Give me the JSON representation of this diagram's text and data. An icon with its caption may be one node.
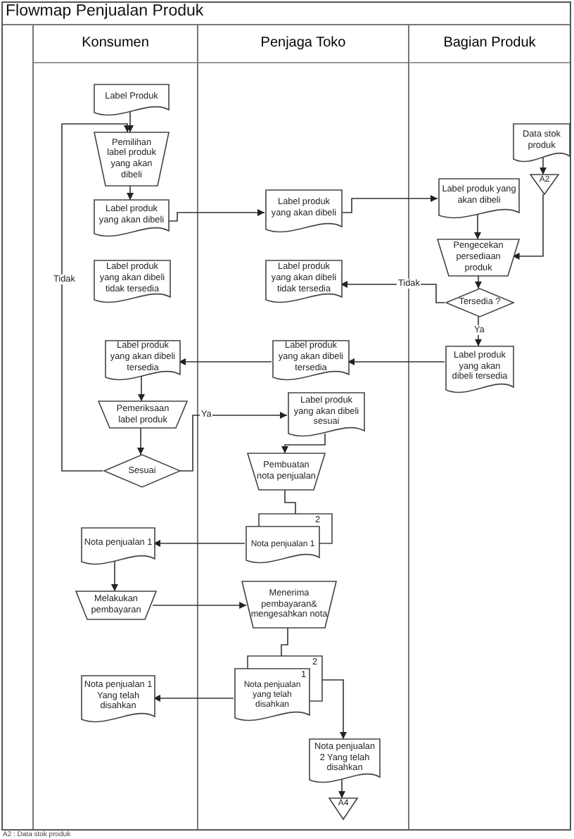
{
  "diagram": {
    "title": "Flowmap Penjualan Produk",
    "nodes": [
      {
        "text": [
          "Konsumen"
        ]
      },
      {
        "text": [
          "Penjaga Toko"
        ]
      },
      {
        "text": [
          "Bagian Produk"
        ]
      },
      {
        "text": [
          "Label Produk"
        ],
        "in": 0
      },
      {
        "text": [
          "Pemilihan label produk yang akan dibeli"
        ],
        "in": 0
      },
      {
        "text": [
          "Label produk yang akan dibeli"
        ],
        "in": 0
      },
      {
        "text": [
          "Label produk yang akan dibeli"
        ],
        "in": 1
      },
      {
        "text": [
          "Data stok produk"
        ],
        "in": 2
      },
      {
        "text": [
          "A2"
        ],
        "in": 2
      },
      {
        "text": [
          "Label produk yang akan dibeli"
        ],
        "in": 2
      },
      {
        "text": [
          "Pengecekan persediaan produk"
        ],
        "in": 2
      },
      {
        "text": [
          "Tersedia ?"
        ],
        "in": 2
      },
      {
        "text": [
          "Label produk yang akan dibeli tidak tersedia"
        ],
        "in": 1
      },
      {
        "text": [
          "Label produk yang akan dibeli tidak tersedia"
        ],
        "in": 0
      },
      {
        "text": [
          "Label produk yang akan dibeli tersedia"
        ],
        "in": 2
      },
      {
        "text": [
          "Label produk yang akan dibeli tersedia"
        ],
        "in": 1
      },
      {
        "text": [
          "Label produk yang akan dibeli tersedia"
        ],
        "in": 0
      },
      {
        "text": [
          "Pemeriksaan label produk"
        ],
        "in": 0
      },
      {
        "text": [
          "Sesuai"
        ],
        "in": 0
      },
      {
        "text": [
          "Label produk yang akan dibeli sesuai"
        ],
        "in": 1
      },
      {
        "text": [
          "Pembuatan nota penjualan"
        ],
        "in": 1
      },
      {
        "text": [
          "Nota penjualan 1"
        ],
        "beside": [
          "2"
        ],
        "in": 1
      },
      {
        "text": [
          "Nota penjualan 1"
        ],
        "in": 0
      },
      {
        "text": [
          "Melakukan pembayaran"
        ],
        "in": 0
      },
      {
        "text": [
          "Menerima pembayaran& mengesahkan nota"
        ],
        "in": 1
      },
      {
        "text": [
          "1",
          "Nota penjualan yang telah disahkan"
        ],
        "beside": [
          "2"
        ],
        "in": 1
      },
      {
        "text": [
          "Nota penjualan 1 Yang telah disahkan"
        ],
        "in": 0
      },
      {
        "text": [
          "Nota penjualan 2 Yang telah disahkan"
        ],
        "in": 1
      },
      {
        "text": [
          "A4"
        ],
        "in": 1
      }
    ],
    "edges": [
      {
        "from": 3,
        "to": 4,
        "arrow": "to"
      },
      {
        "from": 4,
        "to": 5,
        "arrow": "to"
      },
      {
        "from": 5,
        "to": 6,
        "arrow": "to"
      },
      {
        "from": 6,
        "to": 9,
        "arrow": "to"
      },
      {
        "from": 7,
        "to": 8,
        "arrow": "to"
      },
      {
        "from": 8,
        "to": 10,
        "arrow": "to"
      },
      {
        "from": 9,
        "to": 10,
        "arrow": "to"
      },
      {
        "from": 10,
        "to": 11,
        "arrow": "to"
      },
      {
        "from": 11,
        "to": 12,
        "arrow": "to",
        "label": "Tidak"
      },
      {
        "from": 11,
        "to": 14,
        "arrow": "to",
        "label": "Ya"
      },
      {
        "from": 14,
        "to": 15,
        "arrow": "to"
      },
      {
        "from": 15,
        "to": 16,
        "arrow": "to"
      },
      {
        "from": 16,
        "to": 17,
        "arrow": "to"
      },
      {
        "from": 17,
        "to": 18,
        "arrow": "to"
      },
      {
        "from": 18,
        "to": 4,
        "arrow": "to",
        "label": "Tidak"
      },
      {
        "from": 18,
        "to": 19,
        "arrow": "to",
        "label": "Ya"
      },
      {
        "from": 19,
        "to": 20,
        "arrow": "to"
      },
      {
        "from": 20,
        "to": 21,
        "arrow": "to"
      },
      {
        "from": 21,
        "to": 22,
        "arrow": "to"
      },
      {
        "from": 22,
        "to": 23,
        "arrow": "to"
      },
      {
        "from": 23,
        "to": 24,
        "arrow": "to"
      },
      {
        "from": 24,
        "to": 25,
        "arrow": "to"
      },
      {
        "from": 25,
        "to": 26,
        "arrow": "to"
      },
      {
        "from": 25,
        "to": 27,
        "arrow": "to"
      },
      {
        "from": 27,
        "to": 28,
        "arrow": "to"
      }
    ],
    "labels": [
      "A2 : Data stok produk"
    ]
  }
}
